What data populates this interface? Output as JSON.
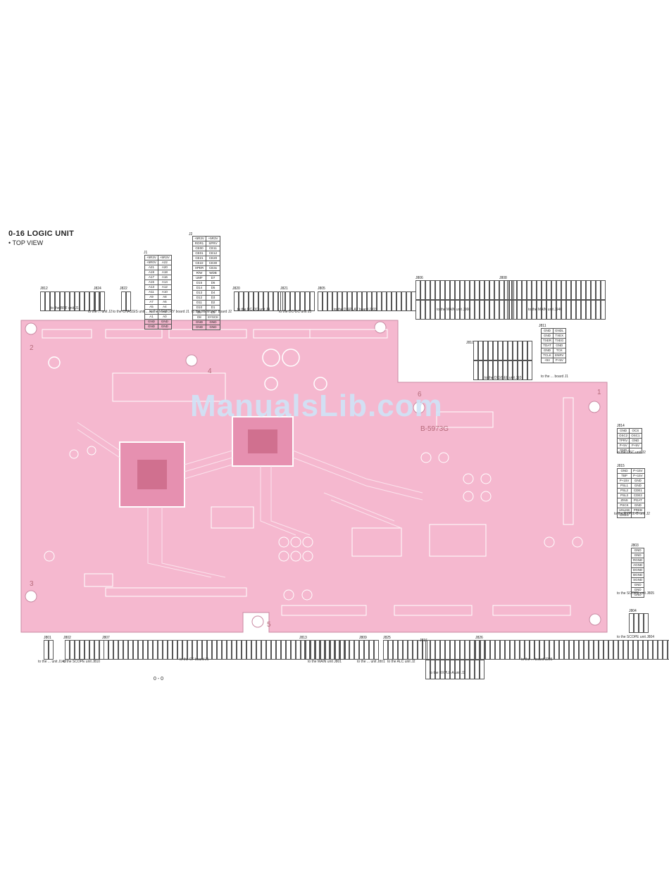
{
  "header": {
    "title": "0-16 LOGIC UNIT",
    "subtitle": "• TOP VIEW"
  },
  "page_number": "0 - 0",
  "watermark": "ManualsLib.com",
  "board": {
    "part_number": "B-5973G",
    "fill_color": "#f5b8cf",
    "chip_color": "#e690b0"
  },
  "top_connectors": [
    {
      "id": "J812",
      "dest": "to the BPF unit J1"
    },
    {
      "id": "J824",
      "dest": "to the ... unit J2"
    },
    {
      "id": "J822",
      "dest": "to the CHASSIS unit ..."
    },
    {
      "id": "J1",
      "dest": "to the MEMORY board J1"
    },
    {
      "id": "J2",
      "dest": "to the MEMORY board J2"
    },
    {
      "id": "J820",
      "dest": "to the DC-DC unit J4"
    },
    {
      "id": "J821",
      "dest": "to the DC-DC unit J3"
    },
    {
      "id": "J805",
      "dest": "to the DISPLAY board J203"
    },
    {
      "id": "J806",
      "dest": "to the MAIN unit J960"
    },
    {
      "id": "J808",
      "dest": "to the MAIN unit J940"
    }
  ],
  "right_connectors": [
    {
      "id": "J810",
      "dest": "to the DIGISEL unit J10"
    },
    {
      "id": "J811",
      "dest": "to the ... board J1"
    },
    {
      "id": "J814",
      "dest": "to the OSC unit J2"
    },
    {
      "id": "J815",
      "dest": "to the RXPLL-B unit J2"
    },
    {
      "id": "J803",
      "dest": "to the SCOPE unit J805"
    },
    {
      "id": "J804",
      "dest": "to the SCOPE unit J804"
    }
  ],
  "bottom_connectors": [
    {
      "id": "J801",
      "dest": "to the ... unit J142"
    },
    {
      "id": "J802",
      "dest": "to the SCOPE unit J810"
    },
    {
      "id": "J807",
      "dest": "to the CF board J1"
    },
    {
      "id": "J813",
      "dest": "to the MAIN unit J801"
    },
    {
      "id": "J809",
      "dest": "to the ... unit J801"
    },
    {
      "id": "J825",
      "dest": "to the ALC unit J2"
    },
    {
      "id": "J816",
      "dest": "to the RXPLL-A unit J2"
    },
    {
      "id": "J826",
      "dest": "to the ... board J205"
    }
  ],
  "memory_pins_j1": [
    "+5R3V",
    "+5R0V",
    "A21",
    "A19",
    "A17",
    "A15",
    "A13",
    "A11",
    "A9",
    "A7",
    "A5",
    "A3",
    "A1",
    "GND",
    "GND"
  ],
  "memory_pins_j1b": [
    "+5R3V",
    "A22",
    "A20",
    "A18",
    "A16",
    "A14",
    "A12",
    "A10",
    "A8",
    "A6",
    "A4",
    "A2",
    "A0",
    "GND",
    "GND"
  ],
  "memory_pins_j2": [
    "+5R3V",
    "ROR1",
    "CE00",
    "CE01",
    "CE21",
    "CE22",
    "XPER",
    "R/W",
    "UMF",
    "D15",
    "D14",
    "D13",
    "D12",
    "D11",
    "D10",
    "D9",
    "D8",
    "GND",
    "GND"
  ],
  "memory_pins_j2b": [
    "+5R3V",
    "SPRV",
    "CE11",
    "CE12",
    "CE20",
    "CE30",
    "CE3x",
    "WDB",
    "D7",
    "D6",
    "D5",
    "D4",
    "D3",
    "D2",
    "D1",
    "D0",
    "SYSCK",
    "GND",
    "GND"
  ],
  "osc_pins": [
    "GND",
    "OCS",
    "OSC2",
    "OSC1",
    "TPRV",
    "GND",
    "P+5V",
    "P+5V",
    "GND"
  ],
  "rxpllb_pins": [
    "GND",
    "P+15V",
    "TBP",
    "P+15V",
    "P+15V",
    "GND",
    "PSL1",
    "GND",
    "PSL2",
    "CDE1",
    "PSL3",
    "CDE2",
    "ZINS",
    "PGAT",
    "PSCK",
    "GND",
    "UNLKB",
    "PREB",
    "DRES"
  ],
  "scope_pins": [
    "GND",
    "GND",
    "RGND",
    "AGND",
    "DGND",
    "BGND",
    "SGND",
    "GND",
    "GND",
    "GND"
  ],
  "j811_pins": [
    "GND",
    "GNDL",
    "GND",
    "TXEX",
    "TXER",
    "TXEG",
    "TDAT",
    "GND",
    "GND",
    "TCK",
    "TCLK",
    "ENRV",
    "+5V",
    "P+5V"
  ]
}
